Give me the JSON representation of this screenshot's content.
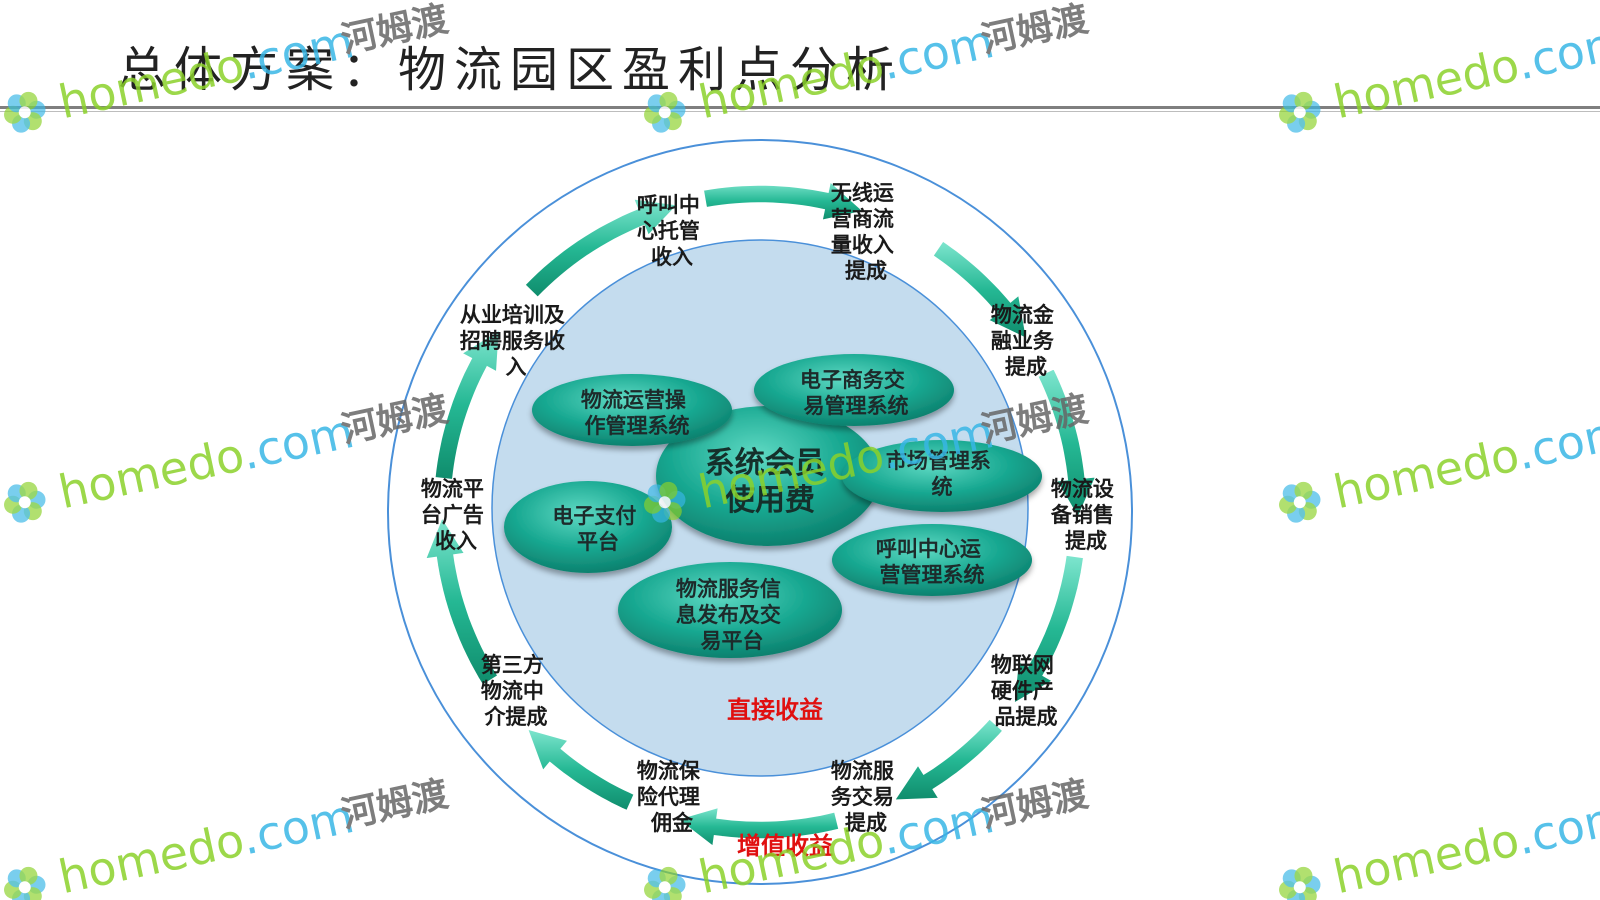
{
  "slide": {
    "title": "总体方案：物流园区盈利点分析"
  },
  "diagram": {
    "center": {
      "lines": [
        "系统会员",
        "使用费"
      ]
    },
    "systems": [
      {
        "lines": [
          "物流运营操",
          "作管理系统"
        ]
      },
      {
        "lines": [
          "电子商务交",
          "易管理系统"
        ]
      },
      {
        "lines": [
          "市场管理系",
          "统"
        ]
      },
      {
        "lines": [
          "呼叫中心运",
          "营管理系统"
        ]
      },
      {
        "lines": [
          "物流服务信",
          "息发布及交",
          "易平台"
        ]
      },
      {
        "lines": [
          "电子支付",
          "平台"
        ]
      }
    ],
    "direct_label": "直接收益",
    "value_added_label": "增值收益",
    "revenue_items": [
      {
        "lines": [
          "呼叫中",
          "心托管",
          "收入"
        ]
      },
      {
        "lines": [
          "无线运",
          "营商流",
          "量收入",
          "提成"
        ]
      },
      {
        "lines": [
          "物流金",
          "融业务",
          "提成"
        ]
      },
      {
        "lines": [
          "物流设",
          "备销售",
          "提成"
        ]
      },
      {
        "lines": [
          "物联网",
          "硬件产",
          "品提成"
        ]
      },
      {
        "lines": [
          "物流服",
          "务交易",
          "提成"
        ]
      },
      {
        "lines": [
          "物流保",
          "险代理",
          "佣金"
        ]
      },
      {
        "lines": [
          "第三方",
          "物流中",
          "介提成"
        ]
      },
      {
        "lines": [
          "物流平",
          "台广告",
          "收入"
        ]
      },
      {
        "lines": [
          "从业培训及",
          "招聘服务收",
          "入"
        ]
      }
    ]
  },
  "watermark": {
    "brand": "homedo.com",
    "cn": "河姆渡"
  },
  "colors": {
    "outer_circle_stroke": "#4a90d9",
    "inner_circle_fill": "#c4dcee",
    "ellipse_fill": "#17a892",
    "arrow_fill": "#2fbf9b",
    "red_label": "#e01010",
    "watermark_green": "#8bd12a",
    "watermark_blue": "#38b6e6"
  }
}
